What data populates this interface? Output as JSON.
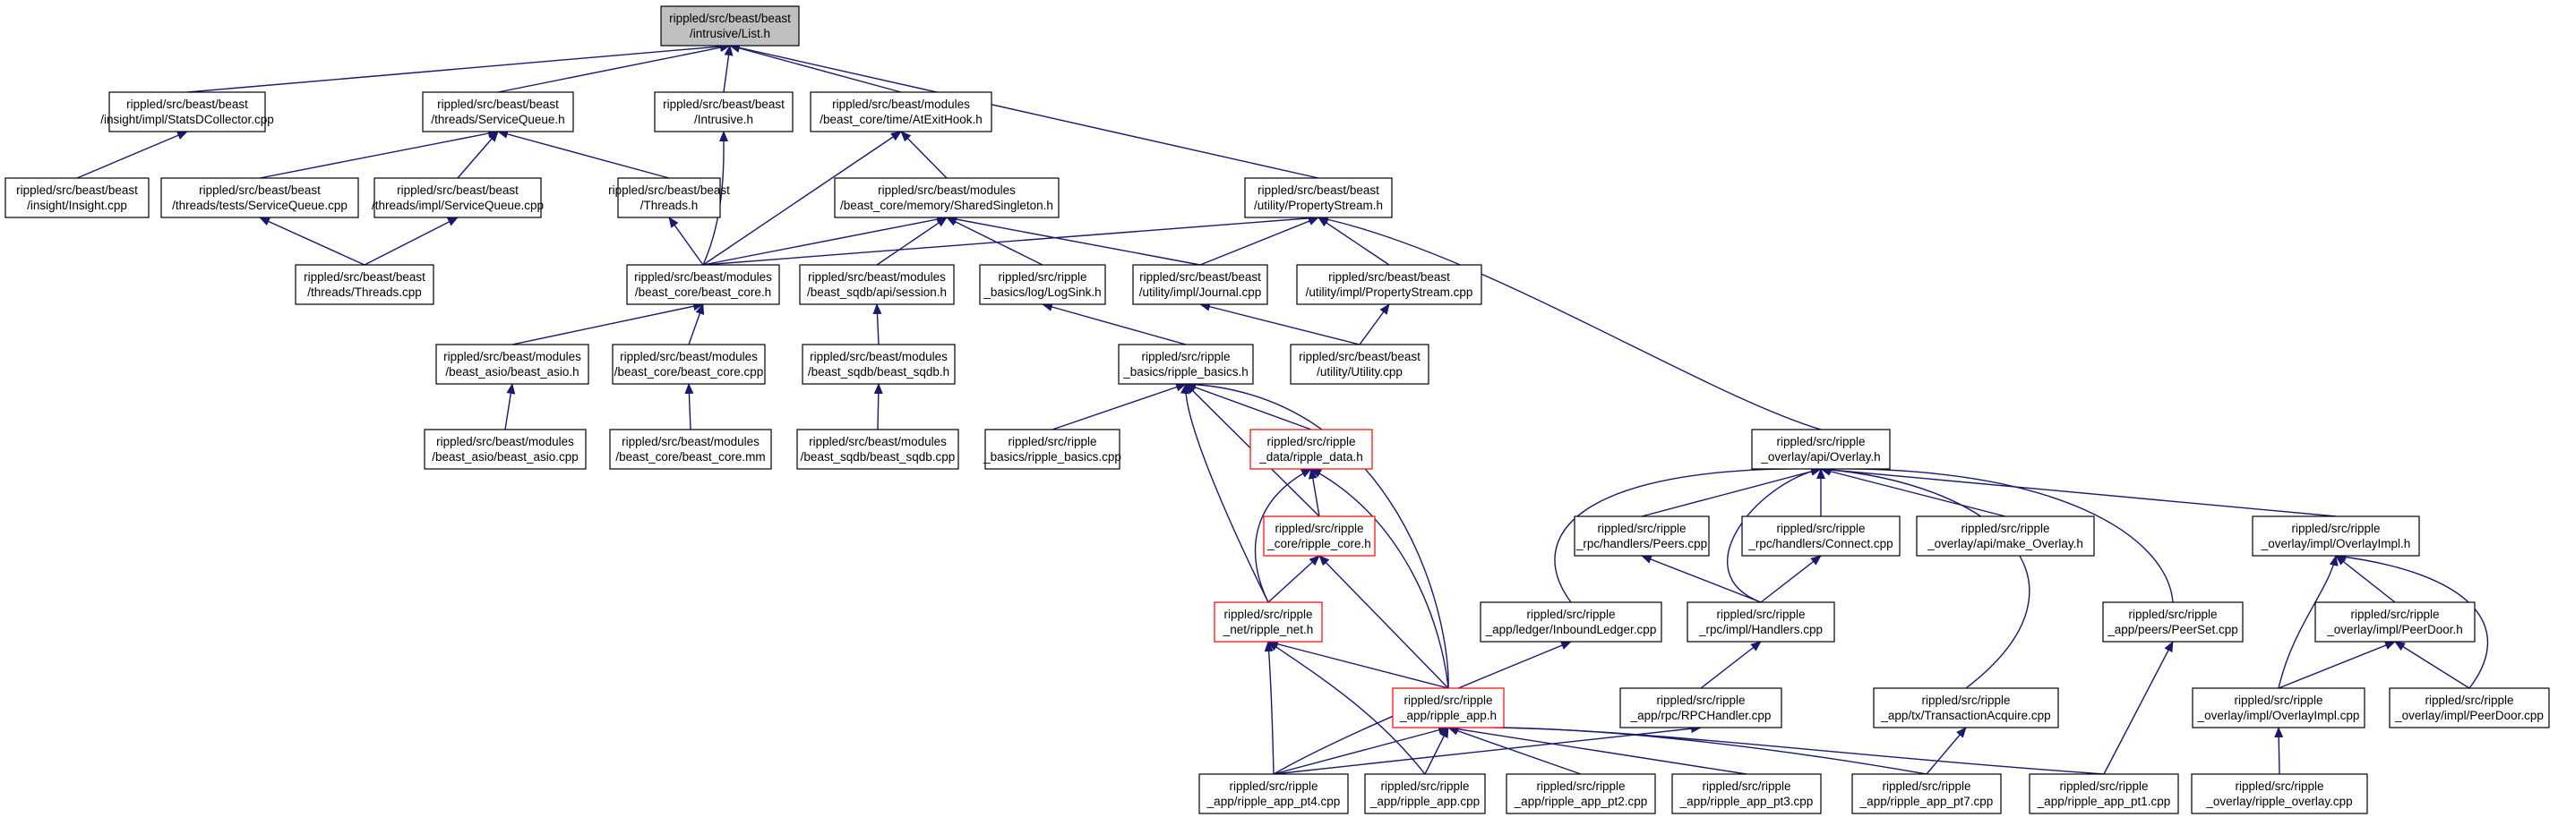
{
  "graph": {
    "colors": {
      "edge": "#191970",
      "node_border": "#000000",
      "highlight_border": "#ff0000",
      "root_fill": "#bfbfbf",
      "node_fill": "#ffffff",
      "text": "#000000"
    },
    "nodes": [
      {
        "id": "list",
        "lines": [
          "rippled/src/beast/beast",
          "/intrusive/List.h"
        ],
        "style": "root"
      },
      {
        "id": "statsd",
        "lines": [
          "rippled/src/beast/beast",
          "/insight/impl/StatsDCollector.cpp"
        ]
      },
      {
        "id": "svcq",
        "lines": [
          "rippled/src/beast/beast",
          "/threads/ServiceQueue.h"
        ]
      },
      {
        "id": "intrusive",
        "lines": [
          "rippled/src/beast/beast",
          "/Intrusive.h"
        ]
      },
      {
        "id": "atexit",
        "lines": [
          "rippled/src/beast/modules",
          "/beast_core/time/AtExitHook.h"
        ]
      },
      {
        "id": "propstream",
        "lines": [
          "rippled/src/beast/beast",
          "/utility/PropertyStream.h"
        ]
      },
      {
        "id": "insight",
        "lines": [
          "rippled/src/beast/beast",
          "/insight/Insight.cpp"
        ]
      },
      {
        "id": "svcqtests",
        "lines": [
          "rippled/src/beast/beast",
          "/threads/tests/ServiceQueue.cpp"
        ]
      },
      {
        "id": "svcqimpl",
        "lines": [
          "rippled/src/beast/beast",
          "/threads/impl/ServiceQueue.cpp"
        ]
      },
      {
        "id": "threadsh",
        "lines": [
          "rippled/src/beast/beast",
          "/Threads.h"
        ]
      },
      {
        "id": "shared",
        "lines": [
          "rippled/src/beast/modules",
          "/beast_core/memory/SharedSingleton.h"
        ]
      },
      {
        "id": "threadscpp",
        "lines": [
          "rippled/src/beast/beast",
          "/threads/Threads.cpp"
        ]
      },
      {
        "id": "bcoreh",
        "lines": [
          "rippled/src/beast/modules",
          "/beast_core/beast_core.h"
        ]
      },
      {
        "id": "session",
        "lines": [
          "rippled/src/beast/modules",
          "/beast_sqdb/api/session.h"
        ]
      },
      {
        "id": "logsink",
        "lines": [
          "rippled/src/ripple",
          "_basics/log/LogSink.h"
        ]
      },
      {
        "id": "journal",
        "lines": [
          "rippled/src/beast/beast",
          "/utility/impl/Journal.cpp"
        ]
      },
      {
        "id": "propcpp",
        "lines": [
          "rippled/src/beast/beast",
          "/utility/impl/PropertyStream.cpp"
        ]
      },
      {
        "id": "asioh",
        "lines": [
          "rippled/src/beast/modules",
          "/beast_asio/beast_asio.h"
        ]
      },
      {
        "id": "bcorecpp",
        "lines": [
          "rippled/src/beast/modules",
          "/beast_core/beast_core.cpp"
        ]
      },
      {
        "id": "sqdbh",
        "lines": [
          "rippled/src/beast/modules",
          "/beast_sqdb/beast_sqdb.h"
        ]
      },
      {
        "id": "basicsh",
        "lines": [
          "rippled/src/ripple",
          "_basics/ripple_basics.h"
        ]
      },
      {
        "id": "utilitycpp",
        "lines": [
          "rippled/src/beast/beast",
          "/utility/Utility.cpp"
        ]
      },
      {
        "id": "asiocpp",
        "lines": [
          "rippled/src/beast/modules",
          "/beast_asio/beast_asio.cpp"
        ]
      },
      {
        "id": "bcoremm",
        "lines": [
          "rippled/src/beast/modules",
          "/beast_core/beast_core.mm"
        ]
      },
      {
        "id": "sqdbcpp",
        "lines": [
          "rippled/src/beast/modules",
          "/beast_sqdb/beast_sqdb.cpp"
        ]
      },
      {
        "id": "basicscpp",
        "lines": [
          "rippled/src/ripple",
          "_basics/ripple_basics.cpp"
        ]
      },
      {
        "id": "datah",
        "lines": [
          "rippled/src/ripple",
          "_data/ripple_data.h"
        ],
        "style": "highlight"
      },
      {
        "id": "overlayh",
        "lines": [
          "rippled/src/ripple",
          "_overlay/api/Overlay.h"
        ]
      },
      {
        "id": "coreh",
        "lines": [
          "rippled/src/ripple",
          "_core/ripple_core.h"
        ],
        "style": "highlight"
      },
      {
        "id": "peerscpp",
        "lines": [
          "rippled/src/ripple",
          "_rpc/handlers/Peers.cpp"
        ]
      },
      {
        "id": "connectcpp",
        "lines": [
          "rippled/src/ripple",
          "_rpc/handlers/Connect.cpp"
        ]
      },
      {
        "id": "makeoverlay",
        "lines": [
          "rippled/src/ripple",
          "_overlay/api/make_Overlay.h"
        ]
      },
      {
        "id": "overlayimplh",
        "lines": [
          "rippled/src/ripple",
          "_overlay/impl/OverlayImpl.h"
        ]
      },
      {
        "id": "neth",
        "lines": [
          "rippled/src/ripple",
          "_net/ripple_net.h"
        ],
        "style": "highlight"
      },
      {
        "id": "inbound",
        "lines": [
          "rippled/src/ripple",
          "_app/ledger/InboundLedger.cpp"
        ]
      },
      {
        "id": "handlers",
        "lines": [
          "rippled/src/ripple",
          "_rpc/impl/Handlers.cpp"
        ]
      },
      {
        "id": "peerset",
        "lines": [
          "rippled/src/ripple",
          "_app/peers/PeerSet.cpp"
        ]
      },
      {
        "id": "peerdoorh",
        "lines": [
          "rippled/src/ripple",
          "_overlay/impl/PeerDoor.h"
        ]
      },
      {
        "id": "apph",
        "lines": [
          "rippled/src/ripple",
          "_app/ripple_app.h"
        ],
        "style": "highlight"
      },
      {
        "id": "rpchandler",
        "lines": [
          "rippled/src/ripple",
          "_app/rpc/RPCHandler.cpp"
        ]
      },
      {
        "id": "txacquire",
        "lines": [
          "rippled/src/ripple",
          "_app/tx/TransactionAcquire.cpp"
        ]
      },
      {
        "id": "overlayimplcpp",
        "lines": [
          "rippled/src/ripple",
          "_overlay/impl/OverlayImpl.cpp"
        ]
      },
      {
        "id": "peerdoorcpp",
        "lines": [
          "rippled/src/ripple",
          "_overlay/impl/PeerDoor.cpp"
        ]
      },
      {
        "id": "pt4",
        "lines": [
          "rippled/src/ripple",
          "_app/ripple_app_pt4.cpp"
        ]
      },
      {
        "id": "appcpp",
        "lines": [
          "rippled/src/ripple",
          "_app/ripple_app.cpp"
        ]
      },
      {
        "id": "pt2",
        "lines": [
          "rippled/src/ripple",
          "_app/ripple_app_pt2.cpp"
        ]
      },
      {
        "id": "pt3",
        "lines": [
          "rippled/src/ripple",
          "_app/ripple_app_pt3.cpp"
        ]
      },
      {
        "id": "pt7",
        "lines": [
          "rippled/src/ripple",
          "_app/ripple_app_pt7.cpp"
        ]
      },
      {
        "id": "pt1",
        "lines": [
          "rippled/src/ripple",
          "_app/ripple_app_pt1.cpp"
        ]
      },
      {
        "id": "rippleoverlay",
        "lines": [
          "rippled/src/ripple",
          "_overlay/ripple_overlay.cpp"
        ]
      }
    ],
    "edges": [
      [
        "statsd",
        "list"
      ],
      [
        "svcq",
        "list"
      ],
      [
        "intrusive",
        "list"
      ],
      [
        "atexit",
        "list"
      ],
      [
        "propstream",
        "list"
      ],
      [
        "insight",
        "statsd"
      ],
      [
        "svcqtests",
        "svcq"
      ],
      [
        "svcqimpl",
        "svcq"
      ],
      [
        "threadsh",
        "svcq"
      ],
      [
        "threadscpp",
        "svcqtests"
      ],
      [
        "threadscpp",
        "svcqimpl"
      ],
      [
        "bcoreh",
        "intrusive"
      ],
      [
        "bcoreh",
        "atexit"
      ],
      [
        "shared",
        "atexit"
      ],
      [
        "bcoreh",
        "threadsh"
      ],
      [
        "bcoreh",
        "shared"
      ],
      [
        "bcoreh",
        "propstream"
      ],
      [
        "session",
        "shared"
      ],
      [
        "logsink",
        "shared"
      ],
      [
        "journal",
        "shared"
      ],
      [
        "journal",
        "propstream"
      ],
      [
        "propcpp",
        "propstream"
      ],
      [
        "overlayh",
        "propstream"
      ],
      [
        "asioh",
        "bcoreh"
      ],
      [
        "bcorecpp",
        "bcoreh"
      ],
      [
        "sqdbh",
        "session"
      ],
      [
        "basicsh",
        "logsink"
      ],
      [
        "utilitycpp",
        "journal"
      ],
      [
        "utilitycpp",
        "propcpp"
      ],
      [
        "asiocpp",
        "asioh"
      ],
      [
        "bcoremm",
        "bcorecpp"
      ],
      [
        "sqdbcpp",
        "sqdbh"
      ],
      [
        "basicscpp",
        "basicsh"
      ],
      [
        "datah",
        "basicsh"
      ],
      [
        "coreh",
        "basicsh"
      ],
      [
        "neth",
        "basicsh"
      ],
      [
        "apph",
        "basicsh"
      ],
      [
        "coreh",
        "datah"
      ],
      [
        "neth",
        "datah"
      ],
      [
        "apph",
        "datah"
      ],
      [
        "neth",
        "coreh"
      ],
      [
        "apph",
        "coreh"
      ],
      [
        "apph",
        "neth"
      ],
      [
        "pt4",
        "neth"
      ],
      [
        "appcpp",
        "neth"
      ],
      [
        "peerscpp",
        "overlayh"
      ],
      [
        "connectcpp",
        "overlayh"
      ],
      [
        "makeoverlay",
        "overlayh"
      ],
      [
        "overlayimplh",
        "overlayh"
      ],
      [
        "inbound",
        "overlayh"
      ],
      [
        "handlers",
        "overlayh"
      ],
      [
        "peerset",
        "overlayh"
      ],
      [
        "txacquire",
        "overlayh"
      ],
      [
        "handlers",
        "peerscpp"
      ],
      [
        "handlers",
        "connectcpp"
      ],
      [
        "peerdoorh",
        "overlayimplh"
      ],
      [
        "overlayimplcpp",
        "overlayimplh"
      ],
      [
        "peerdoorcpp",
        "overlayimplh"
      ],
      [
        "rpchandler",
        "handlers"
      ],
      [
        "overlayimplcpp",
        "peerdoorh"
      ],
      [
        "peerdoorcpp",
        "peerdoorh"
      ],
      [
        "rippleoverlay",
        "overlayimplcpp"
      ],
      [
        "pt4",
        "inbound"
      ],
      [
        "pt4",
        "apph"
      ],
      [
        "appcpp",
        "apph"
      ],
      [
        "pt2",
        "apph"
      ],
      [
        "pt3",
        "apph"
      ],
      [
        "pt7",
        "apph"
      ],
      [
        "pt1",
        "apph"
      ],
      [
        "pt4",
        "rpchandler"
      ],
      [
        "pt7",
        "txacquire"
      ],
      [
        "pt1",
        "peerset"
      ]
    ]
  }
}
